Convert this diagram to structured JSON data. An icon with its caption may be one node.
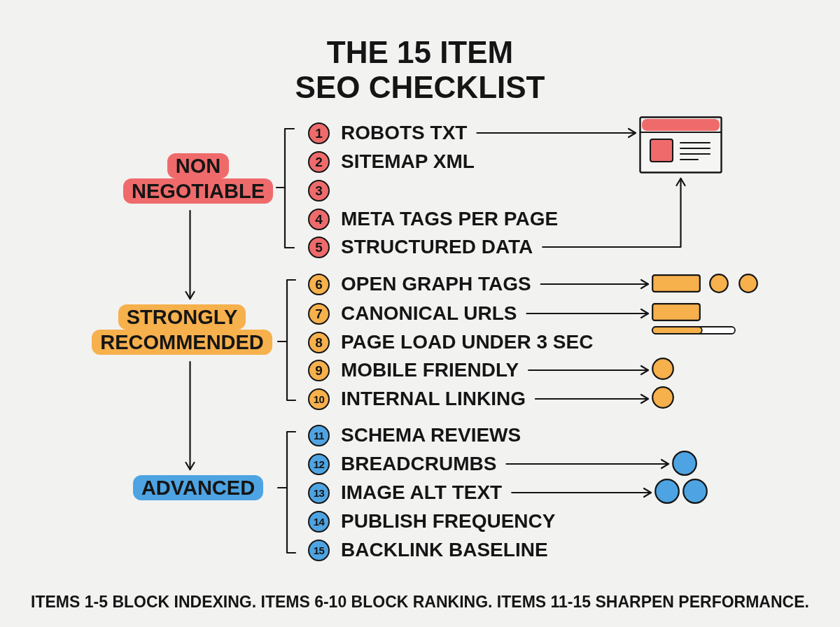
{
  "diagram": {
    "title": "THE 15 ITEM SEO CHECKLIST",
    "caption": "ITEMS 1-5 BLOCK INDEXING. ITEMS 6-10 BLOCK RANKING. ITEMS 11-15 SHARPEN PERFORMANCE.",
    "nodes": [
      {
        "text": [
          "NON NEGOTIABLE"
        ]
      },
      {
        "text": [
          "STRONGLY RECOMMENDED"
        ]
      },
      {
        "text": [
          "ADVANCED"
        ]
      },
      {
        "text": [
          "1",
          "ROBOTS TXT"
        ]
      },
      {
        "text": [
          "2",
          "SITEMAP XML"
        ]
      },
      {
        "text": [
          "3"
        ]
      },
      {
        "text": [
          "4",
          "META TAGS PER PAGE"
        ]
      },
      {
        "text": [
          "5",
          "STRUCTURED DATA"
        ]
      },
      {
        "text": [
          "6",
          "OPEN GRAPH TAGS"
        ]
      },
      {
        "text": [
          "7",
          "CANONICAL URLS"
        ]
      },
      {
        "text": [
          "8",
          "PAGE LOAD UNDER 3 SEC"
        ]
      },
      {
        "text": [
          "9",
          "MOBILE FRIENDLY"
        ]
      },
      {
        "text": [
          "10",
          "INTERNAL LINKING"
        ]
      },
      {
        "text": [
          "11",
          "SCHEMA REVIEWS"
        ]
      },
      {
        "text": [
          "12",
          "BREADCRUMBS"
        ]
      },
      {
        "text": [
          "13",
          "IMAGE ALT TEXT"
        ]
      },
      {
        "text": [
          "14",
          "PUBLISH FREQUENCY"
        ]
      },
      {
        "text": [
          "15",
          "BACKLINK BASELINE"
        ]
      },
      {
        "text": [],
        "shape": "picture"
      },
      {
        "text": [],
        "shape": "bar"
      },
      {
        "text": [],
        "shape": "circle"
      },
      {
        "text": [],
        "shape": "circle"
      },
      {
        "text": [],
        "shape": "bar"
      },
      {
        "text": [],
        "shape": "bar"
      },
      {
        "text": [],
        "shape": "circle"
      },
      {
        "text": [],
        "shape": "circle"
      },
      {
        "text": [],
        "shape": "circle"
      },
      {
        "text": [],
        "shape": "circle"
      },
      {
        "text": [],
        "shape": "circle"
      }
    ],
    "edges": [
      {
        "from": 0,
        "to": 1,
        "arrow": "to"
      },
      {
        "from": 1,
        "to": 2,
        "arrow": "to"
      },
      {
        "from": 3,
        "to": 18,
        "arrow": "to"
      },
      {
        "from": 7,
        "to": 18,
        "arrow": "to"
      },
      {
        "from": 8,
        "to": 19,
        "arrow": "to"
      },
      {
        "from": 9,
        "to": 22,
        "arrow": "to"
      },
      {
        "from": 11,
        "to": 24,
        "arrow": "to"
      },
      {
        "from": 12,
        "to": 25,
        "arrow": "to"
      },
      {
        "from": 14,
        "to": 26,
        "arrow": "to"
      },
      {
        "from": 15,
        "to": 27,
        "arrow": "to"
      }
    ]
  }
}
